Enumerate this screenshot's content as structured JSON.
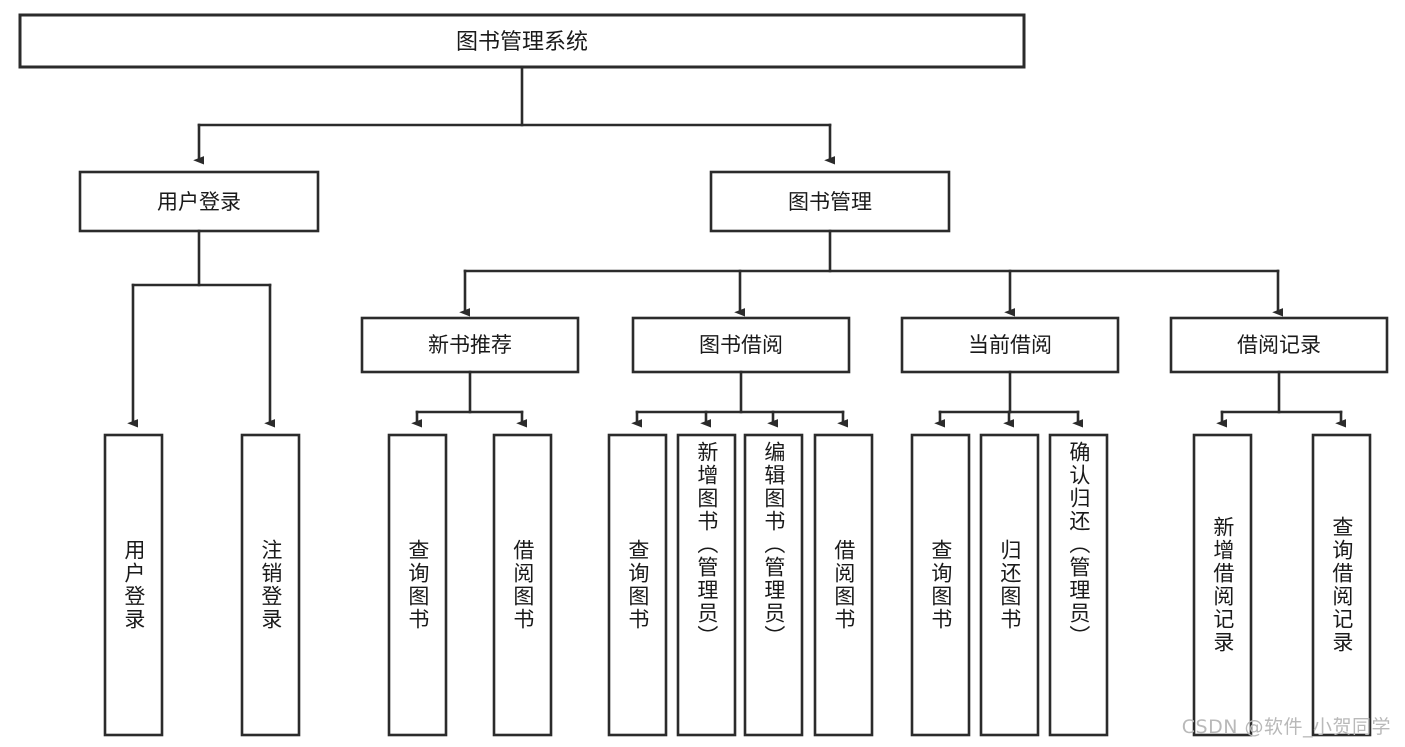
{
  "diagram": {
    "type": "tree",
    "title": "图书管理系统",
    "watermark": "CSDN @软件_小贺同学",
    "colors": {
      "box_stroke": "#2b2b2b",
      "box_fill": "#ffffff",
      "text": "#1a1a1a",
      "background": "#ffffff",
      "watermark": "#b9b9b9"
    },
    "root": {
      "label": "图书管理系统"
    },
    "level2": [
      {
        "label": "用户登录"
      },
      {
        "label": "图书管理"
      }
    ],
    "level3": [
      {
        "label": "新书推荐"
      },
      {
        "label": "图书借阅"
      },
      {
        "label": "当前借阅"
      },
      {
        "label": "借阅记录"
      }
    ],
    "leaves": {
      "user_login": [
        {
          "label": "用户登录"
        },
        {
          "label": "注销登录"
        }
      ],
      "new_book": [
        {
          "label": "查询图书"
        },
        {
          "label": "借阅图书"
        }
      ],
      "book_borrow": [
        {
          "label": "查询图书"
        },
        {
          "label": "新增图书（管理员）"
        },
        {
          "label": "编辑图书（管理员）"
        },
        {
          "label": "借阅图书"
        }
      ],
      "current_borrow": [
        {
          "label": "查询图书"
        },
        {
          "label": "归还图书"
        },
        {
          "label": "确认归还（管理员）"
        }
      ],
      "borrow_record": [
        {
          "label": "新增借阅记录"
        },
        {
          "label": "查询借阅记录"
        }
      ]
    }
  }
}
